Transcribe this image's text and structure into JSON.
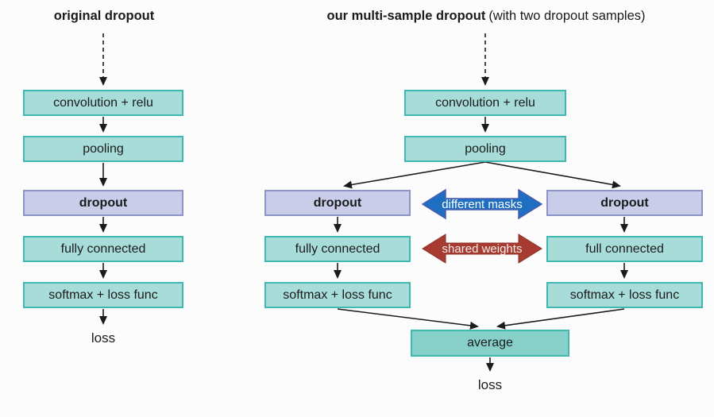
{
  "diagram": {
    "left": {
      "title": "original dropout",
      "boxes": {
        "conv": "convolution + relu",
        "pooling": "pooling",
        "dropout": "dropout",
        "fc": "fully connected",
        "softmax": "softmax + loss func"
      },
      "loss_label": "loss"
    },
    "right": {
      "title_bold": "our multi-sample dropout",
      "title_rest": "(with two dropout samples)",
      "boxes": {
        "conv": "convolution + relu",
        "pooling": "pooling",
        "dropout_a": "dropout",
        "dropout_b": "dropout",
        "fc_a": "fully connected",
        "fc_b": "full connected",
        "softmax_a": "softmax + loss func",
        "softmax_b": "softmax + loss func",
        "average": "average"
      },
      "connectors": {
        "masks": "different masks",
        "weights": "shared weights"
      },
      "loss_label": "loss"
    }
  },
  "colors": {
    "teal_fill": "#a8dcd9",
    "teal_border": "#3fb8b1",
    "purple_fill": "#c9cde9",
    "purple_border": "#8d95c6",
    "avg_fill": "#86d0c9",
    "blue_arrow": "#1e6fc2",
    "blue_arrow_edge": "#4a5cb0",
    "red_arrow": "#a73b31",
    "red_arrow_edge": "#8e2f27",
    "text": "#1b1b1b"
  }
}
